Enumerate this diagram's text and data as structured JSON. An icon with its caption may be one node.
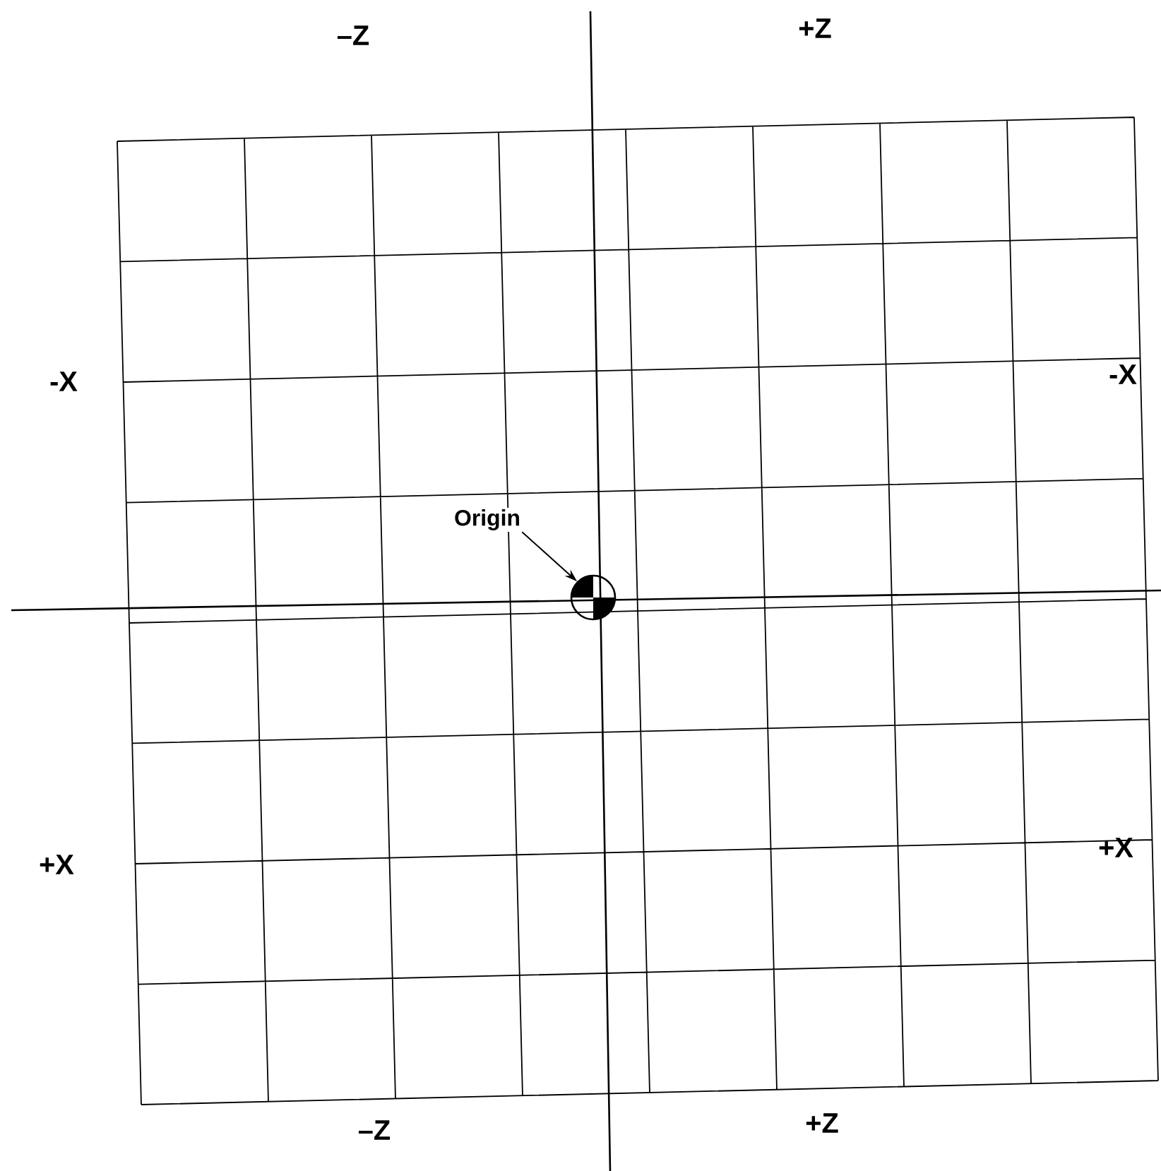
{
  "diagram": {
    "nodes": [
      {
        "text": [
          "Origin"
        ]
      },
      {
        "text": [],
        "shape": "circle"
      }
    ],
    "edges": [
      {
        "from": 0,
        "to": 1,
        "arrow": "to"
      }
    ],
    "labels": [
      "–Z",
      "+Z",
      "-X",
      "-X",
      "+X",
      "+X",
      "–Z",
      "+Z"
    ]
  }
}
